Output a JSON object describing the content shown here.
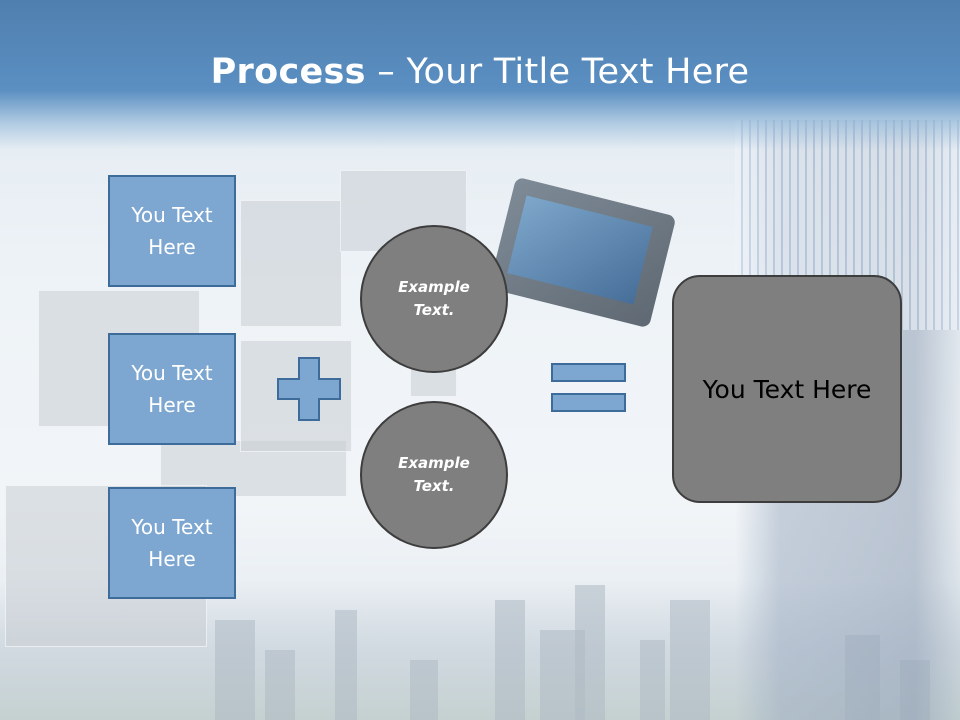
{
  "title": {
    "bold": "Process",
    "rest": " – Your Title Text Here"
  },
  "input_boxes": [
    {
      "label": "You Text Here"
    },
    {
      "label": "You Text Here"
    },
    {
      "label": "You Text Here"
    }
  ],
  "circles": [
    {
      "label": "Example Text."
    },
    {
      "label": "Example Text."
    }
  ],
  "result": {
    "label": "You Text Here"
  },
  "colors": {
    "banner": "#5b8fc2",
    "box_fill": "#7da7d1",
    "box_border": "#3e6c9a",
    "circle_fill": "#7f7f7f",
    "title_text": "#ffffff"
  },
  "icons": [
    "plus-icon",
    "equals-icon"
  ]
}
